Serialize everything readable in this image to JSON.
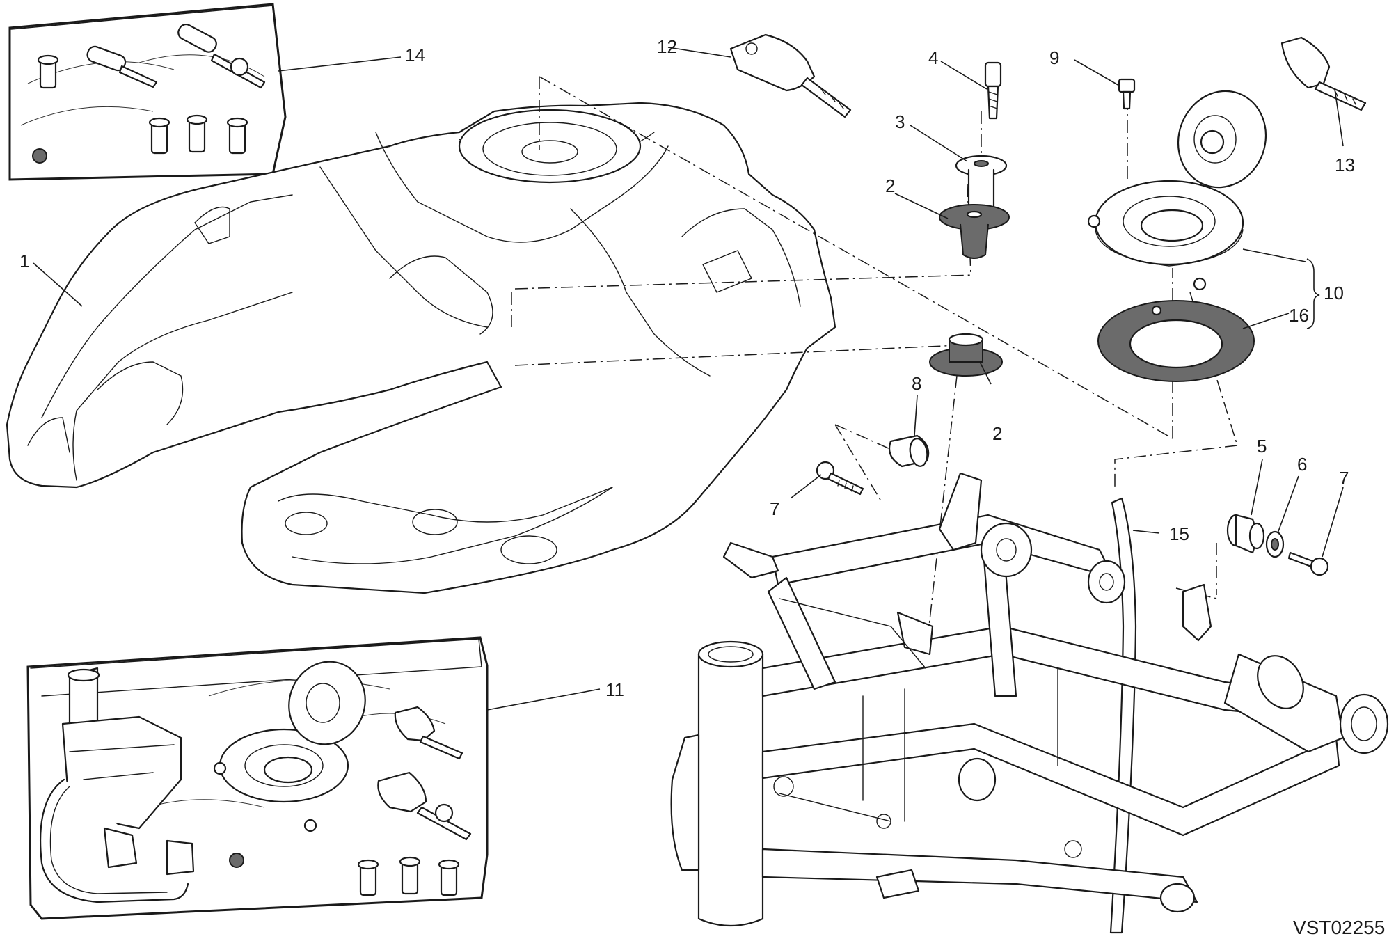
{
  "diagram_code": "VST02255",
  "callouts": [
    {
      "id": "c1",
      "label": "1"
    },
    {
      "id": "c2a",
      "label": "2"
    },
    {
      "id": "c2b",
      "label": "2"
    },
    {
      "id": "c3",
      "label": "3"
    },
    {
      "id": "c4",
      "label": "4"
    },
    {
      "id": "c5",
      "label": "5"
    },
    {
      "id": "c6",
      "label": "6"
    },
    {
      "id": "c7a",
      "label": "7"
    },
    {
      "id": "c7b",
      "label": "7"
    },
    {
      "id": "c8",
      "label": "8"
    },
    {
      "id": "c9",
      "label": "9"
    },
    {
      "id": "c10",
      "label": "10"
    },
    {
      "id": "c11",
      "label": "11"
    },
    {
      "id": "c12",
      "label": "12"
    },
    {
      "id": "c13",
      "label": "13"
    },
    {
      "id": "c14",
      "label": "14"
    },
    {
      "id": "c15",
      "label": "15"
    },
    {
      "id": "c16",
      "label": "16"
    }
  ]
}
